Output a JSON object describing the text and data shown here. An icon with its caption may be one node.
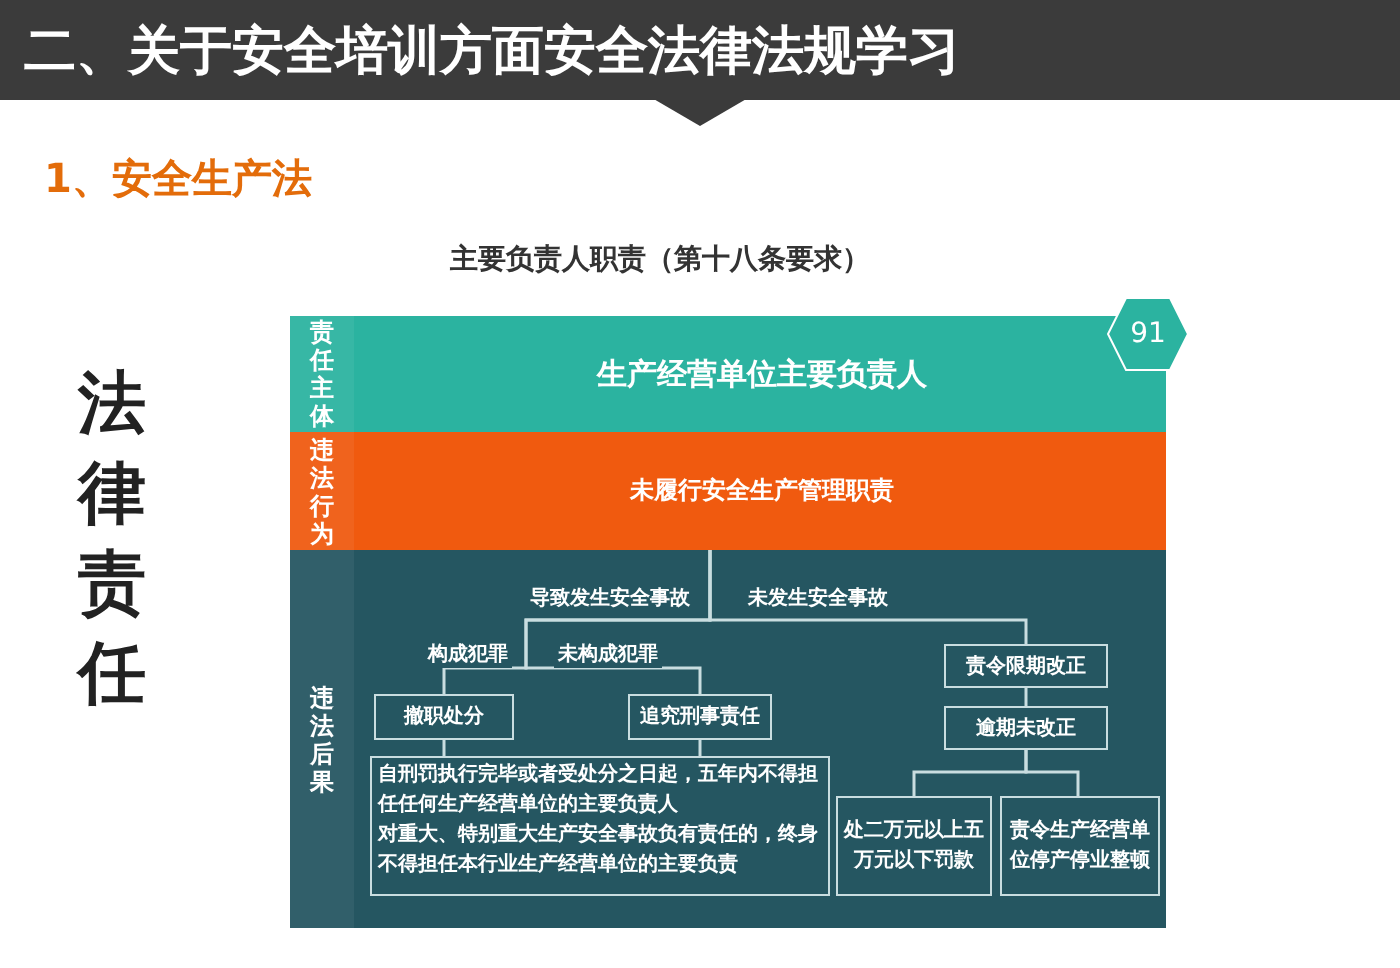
{
  "diagram": {
    "title": "二、关于安全培训方面安全法律法规学习",
    "nodes": [
      {
        "text": [
          "责任主体",
          "生产经营单位主要负责人"
        ]
      },
      {
        "text": [
          "违法行为",
          "未履行安全生产管理职责"
        ]
      },
      {
        "text": [
          "违法后果"
        ]
      },
      {
        "text": [
          "撤职处分"
        ],
        "in": 2
      },
      {
        "text": [
          "追究刑事责任"
        ],
        "in": 2
      },
      {
        "text": [
          "自刑罚执行完毕或者受处分之日起，五年内不得担任任何生产经营单位的主要负责人",
          "对重大、特别重大生产安全事故负有责任的，终身不得担任本行业生产经营单位的主要负责"
        ],
        "in": 2
      },
      {
        "text": [
          "责令限期改正"
        ],
        "in": 2
      },
      {
        "text": [
          "逾期未改正"
        ],
        "in": 2
      },
      {
        "text": [
          "处二万元以上五万元以下罚款"
        ],
        "in": 2
      },
      {
        "text": [
          "责令生产经营单位停产停业整顿"
        ],
        "in": 2
      },
      {
        "text": [
          "91"
        ]
      }
    ],
    "edges": [
      {
        "from": 1,
        "to": 3,
        "arrow": "none",
        "label": "构成犯罪"
      },
      {
        "from": 1,
        "to": 4,
        "arrow": "none",
        "label": "未构成犯罪"
      },
      {
        "from": 1,
        "to": 6,
        "arrow": "none",
        "label": "未发生安全事故"
      },
      {
        "from": 3,
        "to": 5,
        "arrow": "none"
      },
      {
        "from": 4,
        "to": 5,
        "arrow": "none"
      },
      {
        "from": 6,
        "to": 7,
        "arrow": "none"
      },
      {
        "from": 7,
        "to": 8,
        "arrow": "none"
      },
      {
        "from": 7,
        "to": 9,
        "arrow": "none"
      }
    ],
    "labels": [
      "1、安全生产法",
      "主要负责人职责（第十八条要求）",
      "法律责任",
      "导致发生安全事故"
    ]
  }
}
